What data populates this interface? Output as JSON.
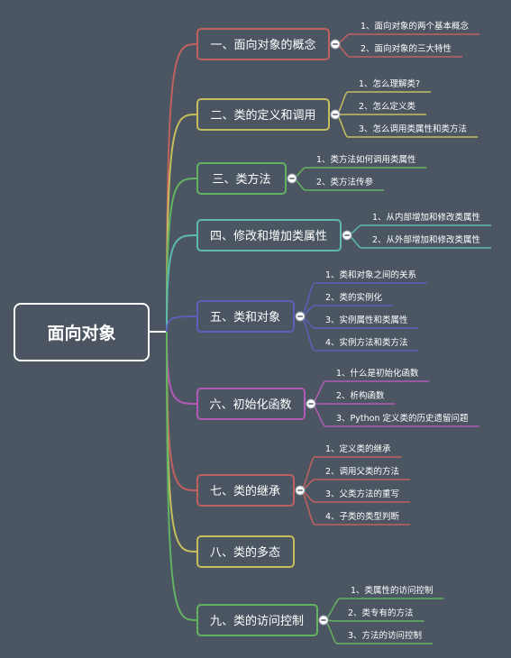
{
  "root": {
    "label": "面向对象"
  },
  "branches": [
    {
      "label": "一、面向对象的概念",
      "color": "#c0615f",
      "children": [
        "1、面向对象的两个基本概念",
        "2、面向对象的三大特性"
      ]
    },
    {
      "label": "二、类的定义和调用",
      "color": "#c5bd5e",
      "children": [
        "1、怎么理解类?",
        "2、怎么定义类",
        "3、怎么调用类属性和类方法"
      ]
    },
    {
      "label": "三、类方法",
      "color": "#63b262",
      "children": [
        "1、类方法如何调用类属性",
        "2、类方法传参"
      ]
    },
    {
      "label": "四、修改和增加类属性",
      "color": "#5cb9ad",
      "children": [
        "1、从内部增加和修改类属性",
        "2、从外部增加和修改类属性"
      ]
    },
    {
      "label": "五、类和对象",
      "color": "#5b60b8",
      "children": [
        "1、类和对象之间的关系",
        "2、类的实例化",
        "3、实例属性和类属性",
        "4、实例方法和类方法"
      ]
    },
    {
      "label": "六、初始化函数",
      "color": "#b25ab8",
      "children": [
        "1、什么是初始化函数",
        "2、析构函数",
        "3、Python 定义类的历史遗留问题"
      ]
    },
    {
      "label": "七、类的继承",
      "color": "#c0615f",
      "children": [
        "1、定义类的继承",
        "2、调用父类的方法",
        "3、父类方法的重写",
        "4、子类的类型判断"
      ]
    },
    {
      "label": "八、类的多态",
      "color": "#c5bd5e",
      "children": []
    },
    {
      "label": "九、类的访问控制",
      "color": "#63b262",
      "children": [
        "1、类属性的访问控制",
        "2、类专有的方法",
        "3、方法的访问控制"
      ]
    }
  ]
}
